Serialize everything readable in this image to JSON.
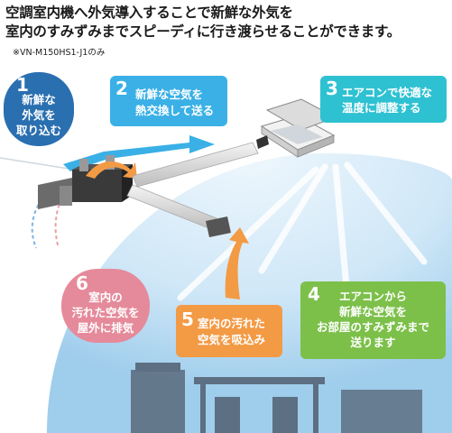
{
  "header": {
    "line1": "空調室内機へ外気導入することで新鮮な外気を",
    "line2": "室内のすみずみまでスピーディに行き渡らせることができます。",
    "note": "※VN-M150HS1-J1のみ"
  },
  "callouts": [
    {
      "num": "1",
      "lines": [
        "新鮮な",
        "外気を",
        "取り込む"
      ],
      "color": "#2a6fb0"
    },
    {
      "num": "2",
      "lines": [
        "新鮮な空気を",
        "熱交換して送る"
      ],
      "color": "#3ab0e6"
    },
    {
      "num": "3",
      "lines": [
        "エアコンで快適な",
        "温度に調整する"
      ],
      "color": "#2ec1d2"
    },
    {
      "num": "4",
      "lines": [
        "エアコンから",
        "新鮮な空気を",
        "お部屋のすみずみまで",
        "送ります"
      ],
      "color": "#7cc04a"
    },
    {
      "num": "5",
      "lines": [
        "室内の汚れた",
        "空気を吸込み"
      ],
      "color": "#f39a45"
    },
    {
      "num": "6",
      "lines": [
        "室内の",
        "汚れた空気を",
        "屋外に排気"
      ],
      "color": "#e58a9a"
    }
  ],
  "colors": {
    "fresh_air_arrow": "#3ab0e6",
    "return_air_arrow": "#f39a45",
    "room_dome": "#bfe0f5",
    "furniture": "#5d6f82"
  }
}
